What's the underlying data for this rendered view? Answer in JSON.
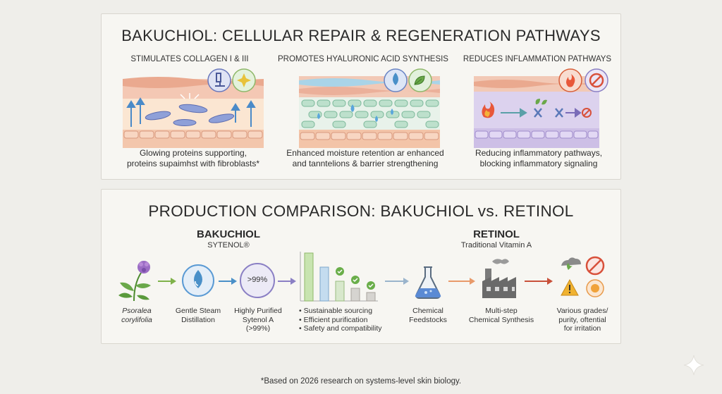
{
  "panel_top": {
    "title": "BAKUCHIOL: CELLULAR REPAIR & REGENERATION PATHWAYS",
    "columns": [
      {
        "heading": "STIMULATES COLLAGEN I & III",
        "caption_line1": "Glowing proteins supporting,",
        "caption_line2": "proteins supaimhst with fibroblasts*",
        "icons": [
          "microscope-icon",
          "sparkle-icon"
        ]
      },
      {
        "heading": "PROMOTES HYALURONIC ACID SYNTHESIS",
        "caption_line1": "Enhanced moisture retention ar enhanced",
        "caption_line2": "and tanntelions & barrier strengthening",
        "icons": [
          "water-drop-icon",
          "leaf-icon"
        ]
      },
      {
        "heading": "REDUCES INFLAMMATION PATHWAYS",
        "caption_line1": "Reducing inflammatory pathways,",
        "caption_line2": "blocking inflammatory signaling",
        "icons": [
          "flame-icon",
          "prohibited-icon"
        ]
      }
    ]
  },
  "panel_bottom": {
    "title": "PRODUCTION COMPARISON: BAKUCHIOL vs. RETINOL",
    "bakuchiol": {
      "name": "BAKUCHIOL",
      "subtitle": "SYTENOL®",
      "steps": [
        {
          "line1": "Psoralea",
          "line2": "corylifolia",
          "line3": ""
        },
        {
          "line1": "Gentle Steam",
          "line2": "Distillation",
          "line3": ""
        },
        {
          "line1": "Highly Purified",
          "line2": "Sytenol A",
          "line3": "(>99%)"
        }
      ],
      "purity_badge": ">99%",
      "benefits": [
        "• Sustainable sourcing",
        "• Efficient purification",
        "• Safety and compatibility"
      ]
    },
    "retinol": {
      "name": "RETINOL",
      "subtitle": "Traditional Vitamin A",
      "steps": [
        {
          "line1": "Chemical",
          "line2": "Feedstocks",
          "line3": ""
        },
        {
          "line1": "Multi-step",
          "line2": "Chemical Synthesis",
          "line3": ""
        },
        {
          "line1": "Various grades/",
          "line2": "purity, oftential",
          "line3": "for irritation"
        }
      ]
    }
  },
  "footnote": "*Based on 2026 research on systems-level skin biology.",
  "colors": {
    "panel_bg": "#f7f6f2",
    "page_bg": "#efeeea",
    "accent_blue": "#4a90c8",
    "accent_green": "#7fb24a",
    "accent_red": "#d8503a",
    "accent_purple": "#8a7fc4"
  }
}
